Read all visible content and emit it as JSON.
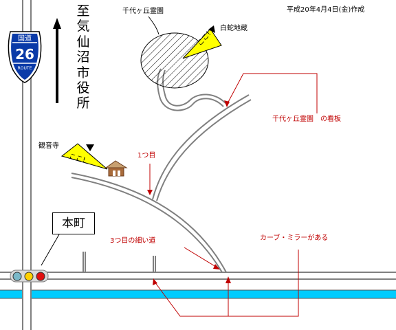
{
  "date": "平成20年4月4日(金)作成",
  "direction": "至　気仙沼市役所",
  "labels": {
    "cemetery": "千代ヶ丘霊園",
    "jizo": "白蛇地蔵",
    "cemetery_sign": "千代ヶ丘霊園　の看板",
    "temple": "観音寺",
    "first_road": "1つ目",
    "third_road": "3つ目の細い道",
    "mirror": "カーブ・ミラーがある",
    "motomachi": "本町"
  },
  "route_shield": {
    "top": "国道",
    "number": "26",
    "bottom": "ROUTE"
  },
  "sign_glyphs": [
    "ここ!",
    "ここ!"
  ],
  "colors": {
    "annotation_red": "#c00000",
    "sign_yellow": "#ffff00",
    "shield_blue": "#0a3aa8",
    "water_cyan": "#00ccff"
  },
  "traffic_light_colors": [
    "#7ab8c8",
    "#ffd000",
    "#e01010"
  ]
}
